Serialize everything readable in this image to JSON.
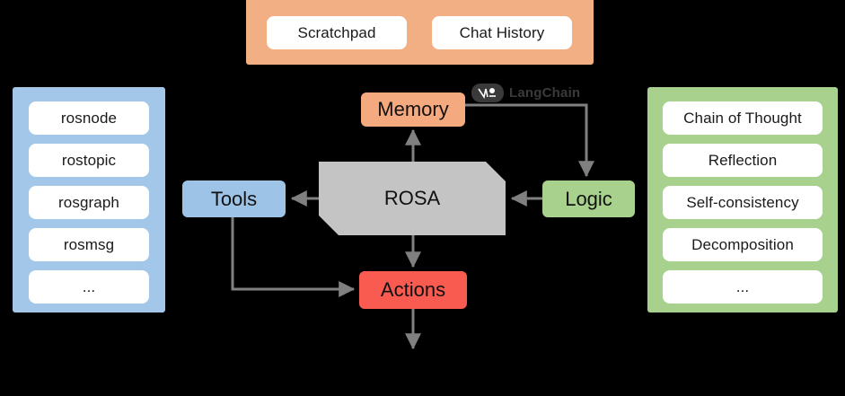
{
  "top_panel": {
    "name": "scratchpad-chat-panel",
    "color": "#F2AF84",
    "chips": [
      {
        "label": "Scratchpad"
      },
      {
        "label": "Chat History"
      }
    ]
  },
  "left_panel": {
    "name": "ros-tools-panel",
    "color": "#A3C7E8",
    "chips": [
      {
        "label": "rosnode"
      },
      {
        "label": "rostopic"
      },
      {
        "label": "rosgraph"
      },
      {
        "label": "rosmsg"
      },
      {
        "label": "..."
      }
    ]
  },
  "right_panel": {
    "name": "reasoning-strategies-panel",
    "color": "#A9D18E",
    "chips": [
      {
        "label": "Chain of Thought"
      },
      {
        "label": "Reflection"
      },
      {
        "label": "Self-consistency"
      },
      {
        "label": "Decomposition"
      },
      {
        "label": "..."
      }
    ]
  },
  "nodes": {
    "memory": {
      "label": "Memory",
      "color": "#F4A97E"
    },
    "rosa": {
      "label": "ROSA",
      "color": "#C4C4C4"
    },
    "tools": {
      "label": "Tools",
      "color": "#9DC3E6"
    },
    "logic": {
      "label": "Logic",
      "color": "#A9D18E"
    },
    "actions": {
      "label": "Actions",
      "color": "#FA5B51"
    }
  },
  "branding": {
    "langchain_label": "LangChain",
    "langchain_color": "#3a3a3a"
  },
  "edges": {
    "color": "#808080",
    "list": [
      {
        "from": "rosa",
        "to": "memory"
      },
      {
        "from": "rosa",
        "to": "tools"
      },
      {
        "from": "logic",
        "to": "rosa"
      },
      {
        "from": "rosa",
        "to": "actions"
      },
      {
        "from": "tools",
        "to": "actions"
      },
      {
        "from": "memory",
        "to": "logic"
      },
      {
        "from": "actions",
        "to": "output"
      }
    ]
  }
}
